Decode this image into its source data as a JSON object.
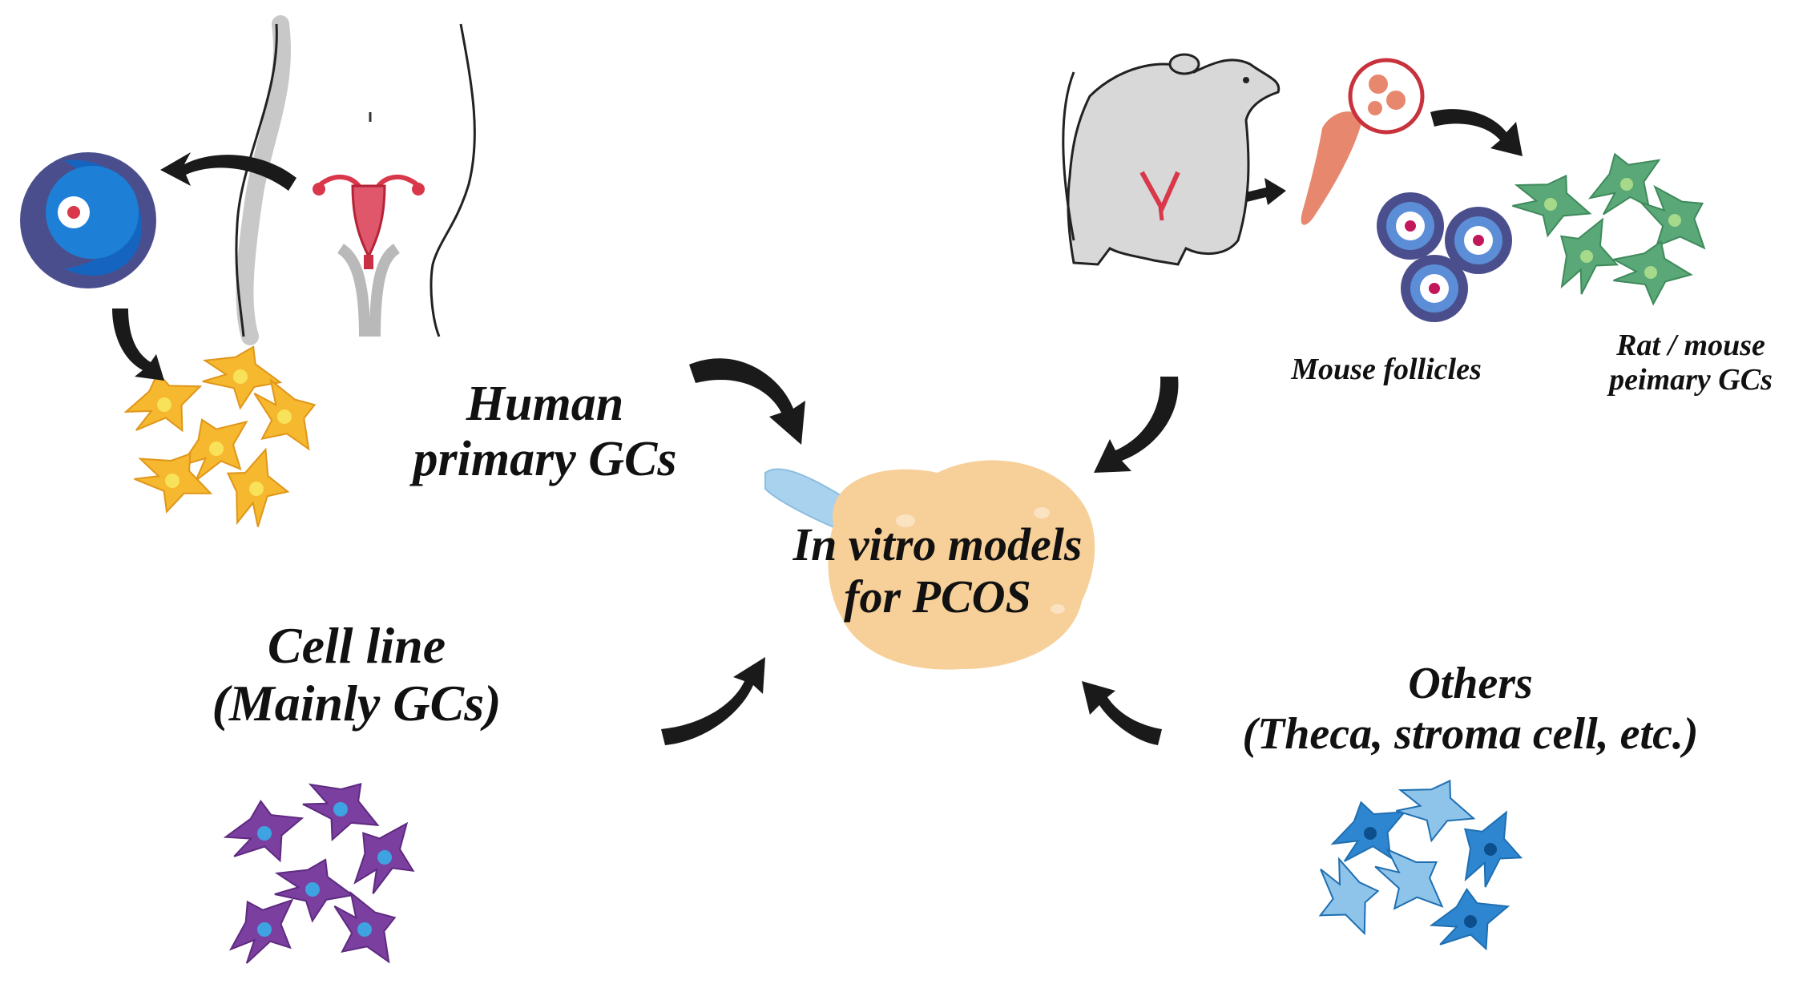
{
  "center": {
    "line1": "In vitro models",
    "line2": "for PCOS"
  },
  "human_primary": {
    "line1": "Human",
    "line2": "primary GCs"
  },
  "cell_line": {
    "line1": "Cell line",
    "line2": "(Mainly GCs)"
  },
  "others": {
    "line1": "Others",
    "line2": "(Theca, stroma cell, etc.)"
  },
  "mouse_follicles": {
    "label": "Mouse follicles"
  },
  "rat_mouse": {
    "line1": "Rat / mouse",
    "line2": "peimary GCs"
  },
  "colors": {
    "human_cells": "#f5b82e",
    "cell_line_cells": "#7b3fa0",
    "others_cells": "#2e86d0",
    "rat_cells": "#5aa877",
    "ovary_center": "#f7cf98",
    "uterus": "#d9374a",
    "follicle_ring": "#4a4e8c",
    "arrow": "#1a1a1a"
  }
}
